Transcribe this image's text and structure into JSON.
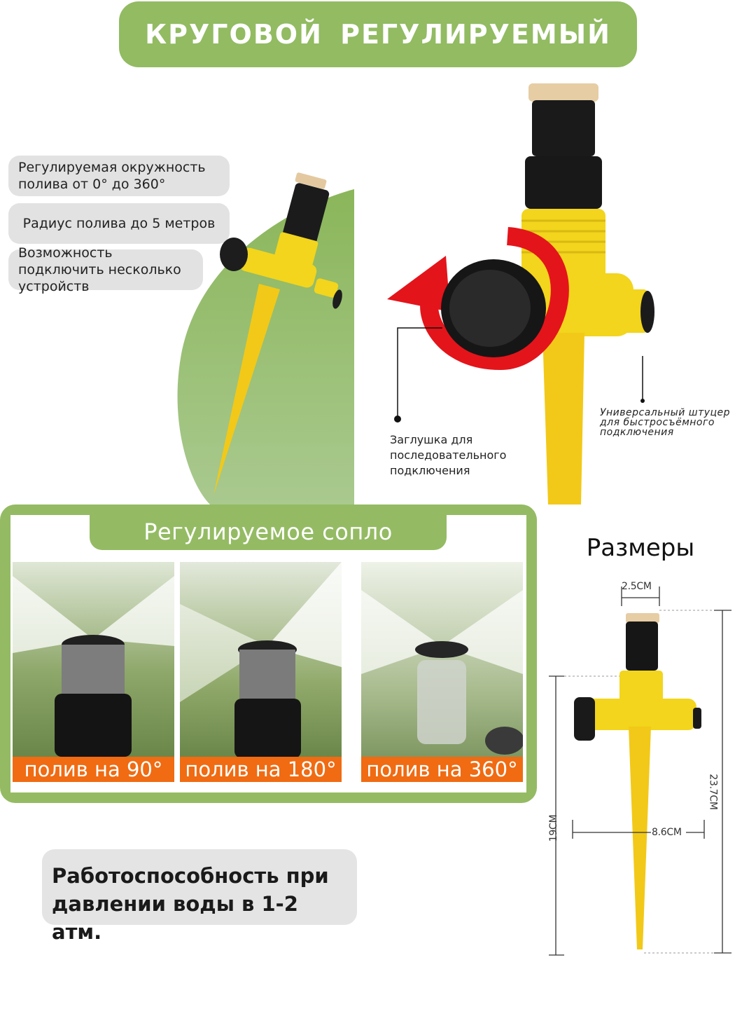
{
  "title": "КРУГОВОЙ  РЕГУЛИРУЕМЫЙ",
  "features": [
    "Регулируемая окружность полива от 0° до 360°",
    "Радиус полива до 5 метров",
    "Возможность подключить несколько устройств"
  ],
  "callouts": {
    "plug": "Заглушка для последовательного подключения",
    "fitting": "Универсальный штуцер для быстросъёмного подключения"
  },
  "nozzle": {
    "title": "Регулируемое сопло",
    "modes": [
      "полив на 90°",
      "полив на 180°",
      "полив на 360°"
    ]
  },
  "sizes": {
    "title": "Размеры",
    "top_width": "2.5CM",
    "total_height": "23.7CM",
    "spike_height": "19CM",
    "body_width": "8.6CM"
  },
  "pressure": "Работоспособность при давлении воды в 1-2 атм.",
  "colors": {
    "accent_green": "#92bb62",
    "label_orange": "#f06b12",
    "product_yellow": "#f2d51c"
  }
}
